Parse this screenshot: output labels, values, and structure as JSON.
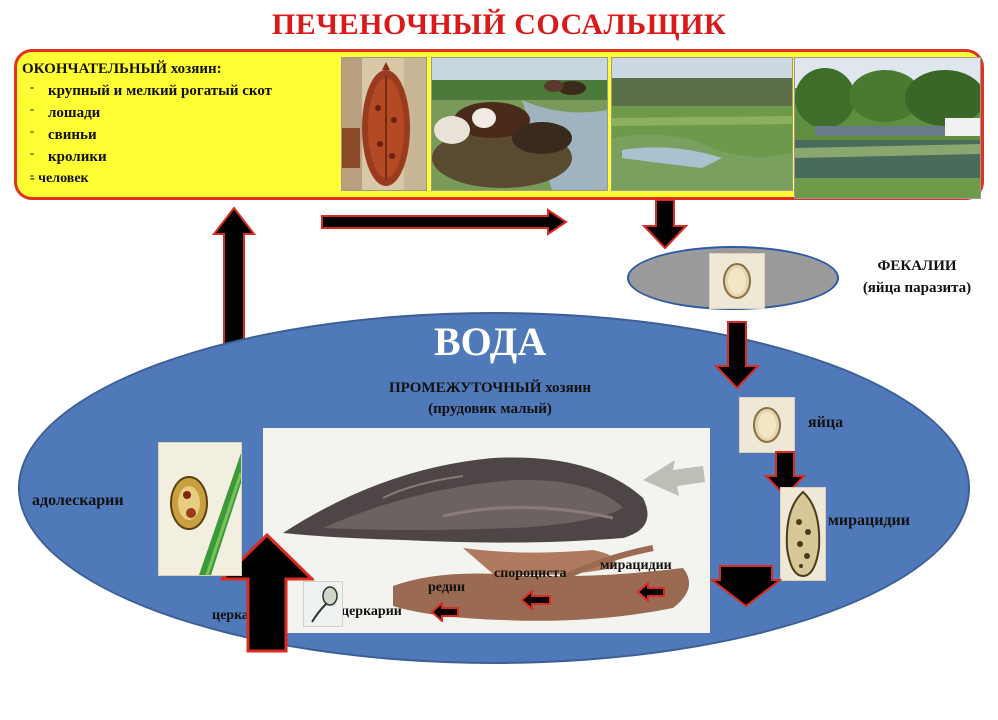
{
  "title": "ПЕЧЕНОЧНЫЙ СОСАЛЬЩИК",
  "definitive_host": {
    "heading": "ОКОНЧАТЕЛЬНЫЙ хозяин:",
    "items": [
      "крупный и мелкий рогатый скот",
      "лошади",
      "свиньи",
      "кролики"
    ],
    "last_item": "- человек"
  },
  "feces": {
    "label_line1": "ФЕКАЛИИ",
    "label_line2": "(яйца паразита)"
  },
  "water_label": "ВОДА",
  "intermediate_host": {
    "line1": "ПРОМЕЖУТОЧНЫЙ хозяин",
    "line2": "(прудовик малый)"
  },
  "stages": {
    "eggs": "яйца",
    "miracidia": "мирацидии",
    "miracidia_inner": "мирацидии",
    "sporocyst": "спороциста",
    "redia": "редии",
    "cercaria_inner": "церкарии",
    "cercaria_outer": "церкарии",
    "adolescaria": "адолескарии"
  },
  "colors": {
    "title": "#d91a1a",
    "host_box_bg": "#ffff33",
    "host_box_border": "#e0321f",
    "water": "#4f79b8",
    "arrow_outline": "#d92b1f",
    "arrow_fill": "#000000"
  }
}
